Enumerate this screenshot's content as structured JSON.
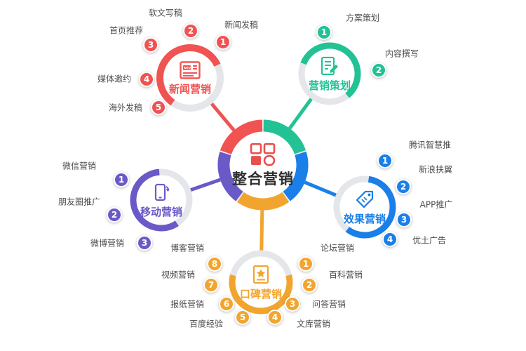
{
  "center": {
    "label": "整合营销",
    "icon": "grid-icon",
    "ring_colors": [
      "#22c295",
      "#1a7fe8",
      "#f2a52e",
      "#6a5ac8",
      "#f05352"
    ]
  },
  "satellites": [
    {
      "id": "news",
      "label": "新闻营销",
      "color": "#f05352",
      "icon": "news-icon",
      "items": [
        {
          "num": "1",
          "label": "新闻发稿"
        },
        {
          "num": "2",
          "label": "软文写稿"
        },
        {
          "num": "3",
          "label": "首页推荐"
        },
        {
          "num": "4",
          "label": "媒体邀约"
        },
        {
          "num": "5",
          "label": "海外发稿"
        }
      ]
    },
    {
      "id": "plan",
      "label": "营销策划",
      "color": "#22c295",
      "icon": "plan-icon",
      "items": [
        {
          "num": "1",
          "label": "方案策划"
        },
        {
          "num": "2",
          "label": "内容撰写"
        }
      ]
    },
    {
      "id": "effect",
      "label": "效果营销",
      "color": "#1a7fe8",
      "icon": "tag-icon",
      "items": [
        {
          "num": "1",
          "label": "腾讯智慧推"
        },
        {
          "num": "2",
          "label": "新浪扶翼"
        },
        {
          "num": "3",
          "label": "APP推广"
        },
        {
          "num": "4",
          "label": "优土广告"
        }
      ]
    },
    {
      "id": "mobile",
      "label": "移动营销",
      "color": "#6a5ac8",
      "icon": "mobile-icon",
      "items": [
        {
          "num": "1",
          "label": "微信营销"
        },
        {
          "num": "2",
          "label": "朋友圈推广"
        },
        {
          "num": "3",
          "label": "微博营销"
        }
      ]
    },
    {
      "id": "koubei",
      "label": "口碑营销",
      "color": "#f2a52e",
      "icon": "star-doc-icon",
      "items": [
        {
          "num": "1",
          "label": "论坛营销"
        },
        {
          "num": "2",
          "label": "百科营销"
        },
        {
          "num": "3",
          "label": "问答营销"
        },
        {
          "num": "4",
          "label": "文库营销"
        },
        {
          "num": "5",
          "label": "百度经验"
        },
        {
          "num": "6",
          "label": "报纸营销"
        },
        {
          "num": "7",
          "label": "视频营销"
        },
        {
          "num": "8",
          "label": "博客营销"
        }
      ]
    }
  ]
}
